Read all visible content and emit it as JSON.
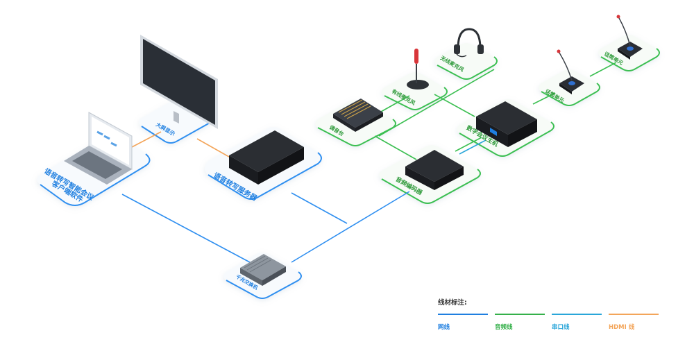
{
  "nodes": {
    "big_screen": "大屏显示",
    "client": [
      "语音转写智能会议",
      "客户端软件"
    ],
    "server": "语音转写服务器",
    "switch": "千兆交换机",
    "mixer": "调音台",
    "wired_mic": "有线麦克风",
    "wireless_mic": "无线麦克风",
    "conf_host": "数字会议主机",
    "mic_unit_1": "话筒单元",
    "mic_unit_2": "话筒单元",
    "audio_encoder": "音频编码器"
  },
  "legend": {
    "title": "线材标注:",
    "items": [
      {
        "label": "网线",
        "color": "#1f7fe0"
      },
      {
        "label": "音频线",
        "color": "#35b04a"
      },
      {
        "label": "串口线",
        "color": "#2aa6d9"
      },
      {
        "label": "HDMI 线",
        "color": "#f3a55a"
      }
    ]
  },
  "colors": {
    "network": "#1f7fe0",
    "audio": "#35b04a",
    "serial": "#2aa6d9",
    "hdmi": "#f3a55a"
  }
}
